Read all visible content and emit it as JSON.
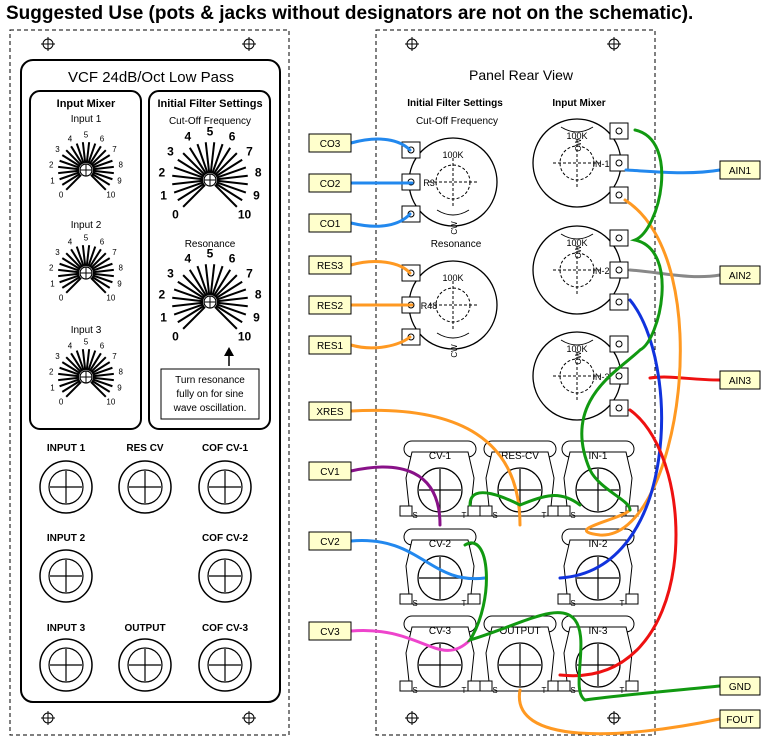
{
  "page": {
    "title": "Suggested Use (pots & jacks without designators are not on the schematic)."
  },
  "front_panel": {
    "title": "VCF 24dB/Oct Low Pass",
    "input_mixer": {
      "heading": "Input Mixer",
      "knobs": [
        {
          "label": "Input 1",
          "scale": [
            "0",
            "1",
            "2",
            "3",
            "4",
            "5",
            "6",
            "7",
            "8",
            "9",
            "10"
          ]
        },
        {
          "label": "Input 2",
          "scale": [
            "0",
            "1",
            "2",
            "3",
            "4",
            "5",
            "6",
            "7",
            "8",
            "9",
            "10"
          ]
        },
        {
          "label": "Input 3",
          "scale": [
            "0",
            "1",
            "2",
            "3",
            "4",
            "5",
            "6",
            "7",
            "8",
            "9",
            "10"
          ]
        }
      ]
    },
    "initial_filter": {
      "heading": "Initial Filter Settings",
      "knobs": [
        {
          "label": "Cut-Off Frequency",
          "scale": [
            "0",
            "1",
            "2",
            "3",
            "4",
            "5",
            "6",
            "7",
            "8",
            "9",
            "10"
          ]
        },
        {
          "label": "Resonance",
          "scale": [
            "0",
            "1",
            "2",
            "3",
            "4",
            "5",
            "6",
            "7",
            "8",
            "9",
            "10"
          ]
        }
      ],
      "note_lines": [
        "Turn resonance",
        "fully on for sine",
        "wave oscillation."
      ]
    },
    "jacks": [
      {
        "label": "INPUT 1"
      },
      {
        "label": "RES CV"
      },
      {
        "label": "COF CV-1"
      },
      {
        "label": "INPUT 2"
      },
      {
        "label": ""
      },
      {
        "label": "COF CV-2"
      },
      {
        "label": "INPUT 3"
      },
      {
        "label": "OUTPUT"
      },
      {
        "label": "COF CV-3"
      }
    ]
  },
  "rear_panel": {
    "title": "Panel Rear View",
    "section_filter": "Initial Filter Settings",
    "section_mixer": "Input Mixer",
    "cutoff_label": "Cut-Off Frequency",
    "resonance_label": "Resonance",
    "pots": [
      {
        "value": "100K",
        "designator": "R3"
      },
      {
        "value": "100K",
        "designator": "R48"
      },
      {
        "value": "100K",
        "designator": "IN-1"
      },
      {
        "value": "100K",
        "designator": "IN-2"
      },
      {
        "value": "100K",
        "designator": "IN-3"
      }
    ],
    "cw_label": "CW",
    "jacks": [
      {
        "label": "CV-1"
      },
      {
        "label": "RES-CV"
      },
      {
        "label": "IN-1"
      },
      {
        "label": "CV-2"
      },
      {
        "label": "IN-2"
      },
      {
        "label": "CV-3"
      },
      {
        "label": "OUTPUT"
      },
      {
        "label": "IN-3"
      }
    ],
    "lug_labels": {
      "sleeve": "S",
      "tip": "T"
    }
  },
  "wire_labels": {
    "left": [
      "CO3",
      "CO2",
      "CO1",
      "RES3",
      "RES2",
      "RES1",
      "XRES",
      "CV1",
      "CV2",
      "CV3"
    ],
    "right": [
      "AIN1",
      "AIN2",
      "AIN3",
      "GND",
      "FOUT"
    ]
  },
  "colors": {
    "label_fill": "#ffffcc",
    "wire_blue": "#2288ee",
    "wire_orange": "#ff9922",
    "wire_green": "#119911",
    "wire_purple": "#881188",
    "wire_magenta": "#ee44cc",
    "wire_gray": "#888888",
    "wire_red": "#ee1111",
    "wire_darkblue": "#1133dd"
  }
}
